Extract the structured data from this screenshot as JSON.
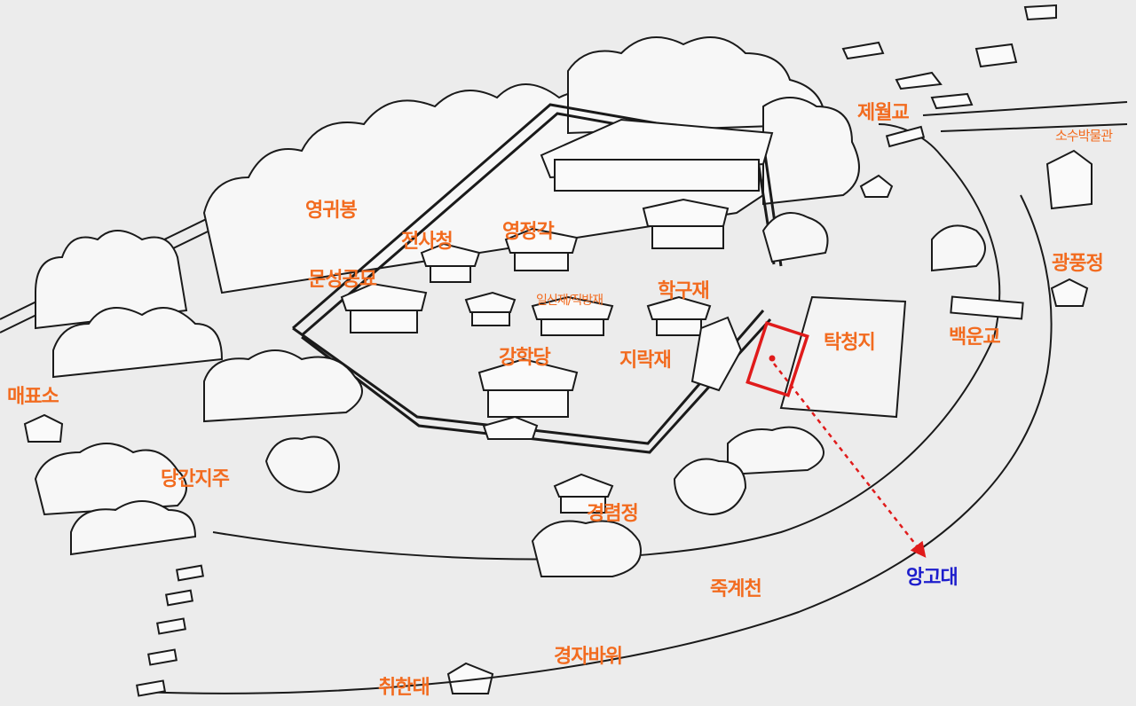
{
  "colors": {
    "label": "#f26b1f",
    "highlight": "#e01b1b",
    "pointer": "#e01b1b",
    "pointer_label": "#1d1dcc",
    "sketch_line": "#1a1a1a",
    "paper": "#ececec"
  },
  "map": {
    "labels": {
      "yeonggwibong": "영귀봉",
      "jeonsacheong": "전사청",
      "yeongjeonggak": "영정각",
      "munseonggongmyo": "문성공묘",
      "ilsinjae": "일신재/직방재",
      "hakgujae": "학구재",
      "ganghakdang": "강학당",
      "jirakjae": "지락재",
      "takcheongji": "탁청지",
      "jewolgyo": "제월교",
      "sosu_museum": "소수박물관",
      "gwangpungjeong": "광풍정",
      "baegungyo": "백운교",
      "maepyoso": "매표소",
      "danggan_jiju": "당간지주",
      "gyeongnyeomjeong": "경렴정",
      "jukgyecheon": "죽계천",
      "gyeongjabawi": "경자바위",
      "chwihandae": "취한대",
      "anggodae": "앙고대"
    },
    "highlight_icon": "marker-dot-icon",
    "pointer_icon": "arrow-down-icon"
  }
}
